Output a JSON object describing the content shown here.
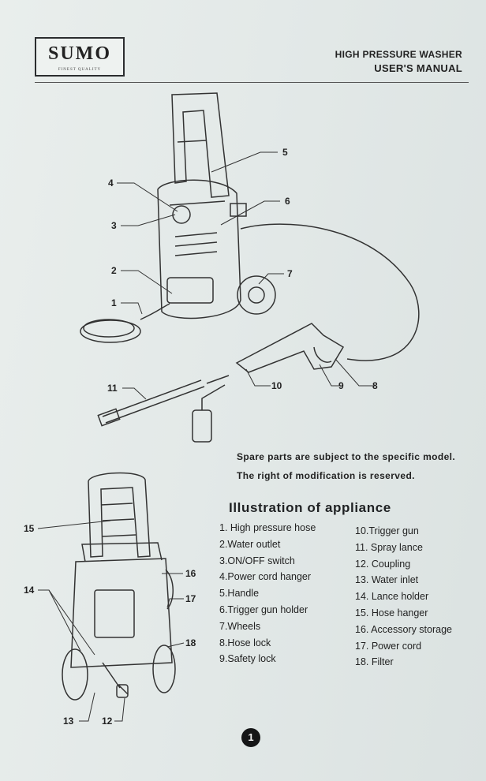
{
  "header": {
    "brand": "SUMO",
    "brand_tagline": "FINEST QUALITY",
    "title_line1": "HIGH PRESSURE WASHER",
    "title_line2": "USER'S MANUAL"
  },
  "figure_top_callouts": [
    "1",
    "2",
    "3",
    "4",
    "5",
    "6",
    "7",
    "8",
    "9",
    "10",
    "11"
  ],
  "figure_bottom_callouts": [
    "12",
    "13",
    "14",
    "15",
    "16",
    "17",
    "18"
  ],
  "notes": {
    "line1": "Spare parts are subject to the specific model.",
    "line2": "The right of modification is reserved."
  },
  "section_title": "Illustration of appliance",
  "parts_left": [
    "1. High pressure hose",
    "2.Water outlet",
    "3.ON/OFF switch",
    "4.Power cord hanger",
    "5.Handle",
    "6.Trigger gun holder",
    "7.Wheels",
    "8.Hose  lock",
    "9.Safety lock"
  ],
  "parts_right": [
    "10.Trigger gun",
    "11. Spray lance",
    "12. Coupling",
    "13. Water inlet",
    "14. Lance holder",
    "15. Hose hanger",
    "16. Accessory storage",
    "17. Power cord",
    "18. Filter"
  ],
  "page_number": "1"
}
